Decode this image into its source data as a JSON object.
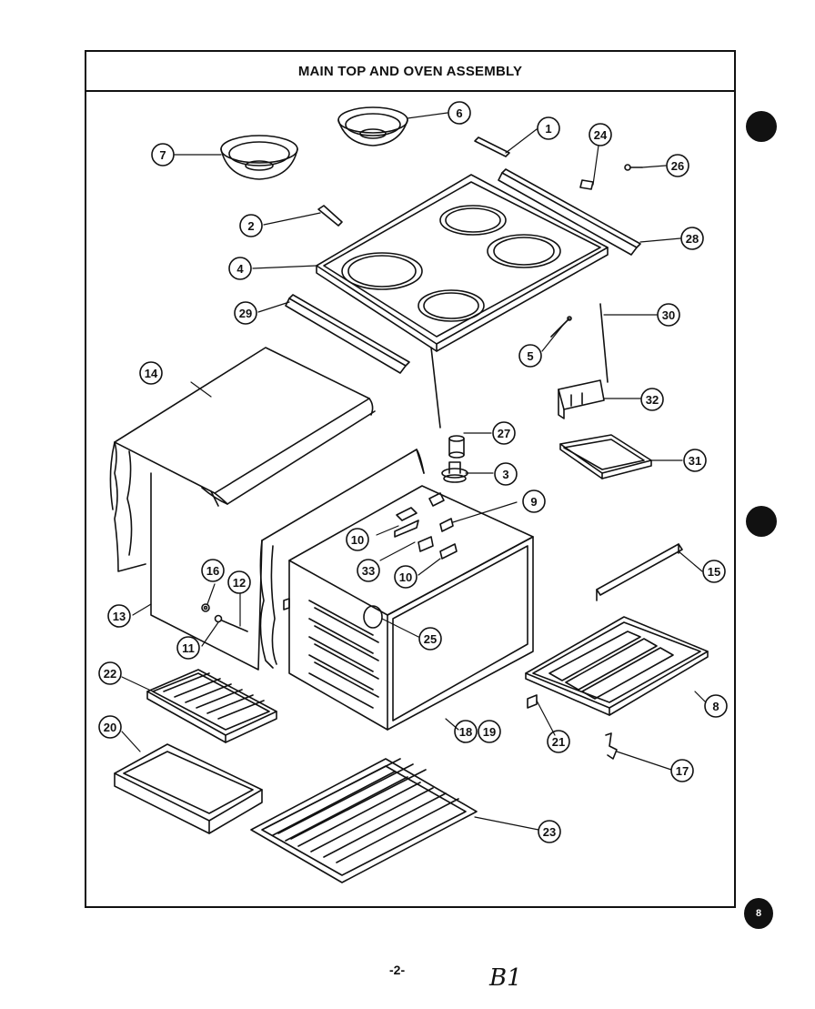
{
  "diagram": {
    "title": "MAIN TOP AND OVEN ASSEMBLY",
    "page_number": "-2-",
    "handwritten_note": "B1",
    "side_mark": "8",
    "callouts": [
      {
        "id": "c1",
        "label": "1"
      },
      {
        "id": "c2",
        "label": "2"
      },
      {
        "id": "c3",
        "label": "3"
      },
      {
        "id": "c4",
        "label": "4"
      },
      {
        "id": "c5",
        "label": "5"
      },
      {
        "id": "c6",
        "label": "6"
      },
      {
        "id": "c7",
        "label": "7"
      },
      {
        "id": "c8",
        "label": "8"
      },
      {
        "id": "c9",
        "label": "9"
      },
      {
        "id": "c10a",
        "label": "10"
      },
      {
        "id": "c10b",
        "label": "10"
      },
      {
        "id": "c11",
        "label": "11"
      },
      {
        "id": "c12",
        "label": "12"
      },
      {
        "id": "c13",
        "label": "13"
      },
      {
        "id": "c14",
        "label": "14"
      },
      {
        "id": "c15",
        "label": "15"
      },
      {
        "id": "c16",
        "label": "16"
      },
      {
        "id": "c17",
        "label": "17"
      },
      {
        "id": "c18",
        "label": "18"
      },
      {
        "id": "c19",
        "label": "19"
      },
      {
        "id": "c20",
        "label": "20"
      },
      {
        "id": "c21",
        "label": "21"
      },
      {
        "id": "c22",
        "label": "22"
      },
      {
        "id": "c23",
        "label": "23"
      },
      {
        "id": "c24",
        "label": "24"
      },
      {
        "id": "c25",
        "label": "25"
      },
      {
        "id": "c26",
        "label": "26"
      },
      {
        "id": "c27",
        "label": "27"
      },
      {
        "id": "c28",
        "label": "28"
      },
      {
        "id": "c29",
        "label": "29"
      },
      {
        "id": "c30",
        "label": "30"
      },
      {
        "id": "c31",
        "label": "31"
      },
      {
        "id": "c32",
        "label": "32"
      },
      {
        "id": "c33",
        "label": "33"
      }
    ]
  }
}
